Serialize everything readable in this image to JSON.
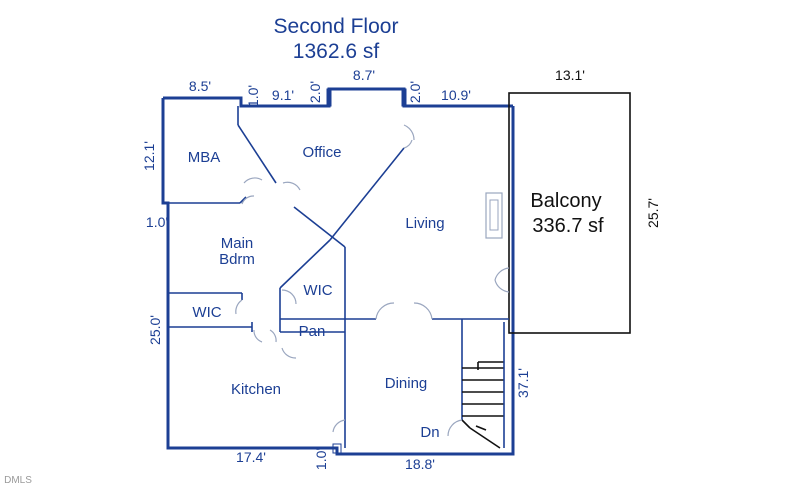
{
  "title": "Second Floor",
  "area": "1362.6 sf",
  "rooms": {
    "mba": "MBA",
    "office": "Office",
    "living": "Living",
    "main_bdrm_1": "Main",
    "main_bdrm_2": "Bdrm",
    "wic_upper": "WIC",
    "wic_left": "WIC",
    "pan": "Pan",
    "kitchen": "Kitchen",
    "dining": "Dining",
    "dn": "Dn",
    "balcony": "Balcony",
    "balcony_area": "336.7 sf"
  },
  "dimensions": {
    "top_mba": "8.5'",
    "top_1_0": "1.0'",
    "top_9_1": "9.1'",
    "top_2_0_left": "2.0'",
    "top_8_7": "8.7'",
    "top_2_0_right": "2.0'",
    "top_10_9": "10.9'",
    "balcony_width": "13.1'",
    "left_12_1": "12.1'",
    "left_1_0": "1.0'",
    "left_25_0": "25.0'",
    "balcony_depth": "25.7'",
    "right_37_1": "37.1'",
    "bottom_17_4": "17.4'",
    "bottom_1_0": "1.0'",
    "bottom_18_8": "18.8'"
  },
  "watermark": "DMLS"
}
